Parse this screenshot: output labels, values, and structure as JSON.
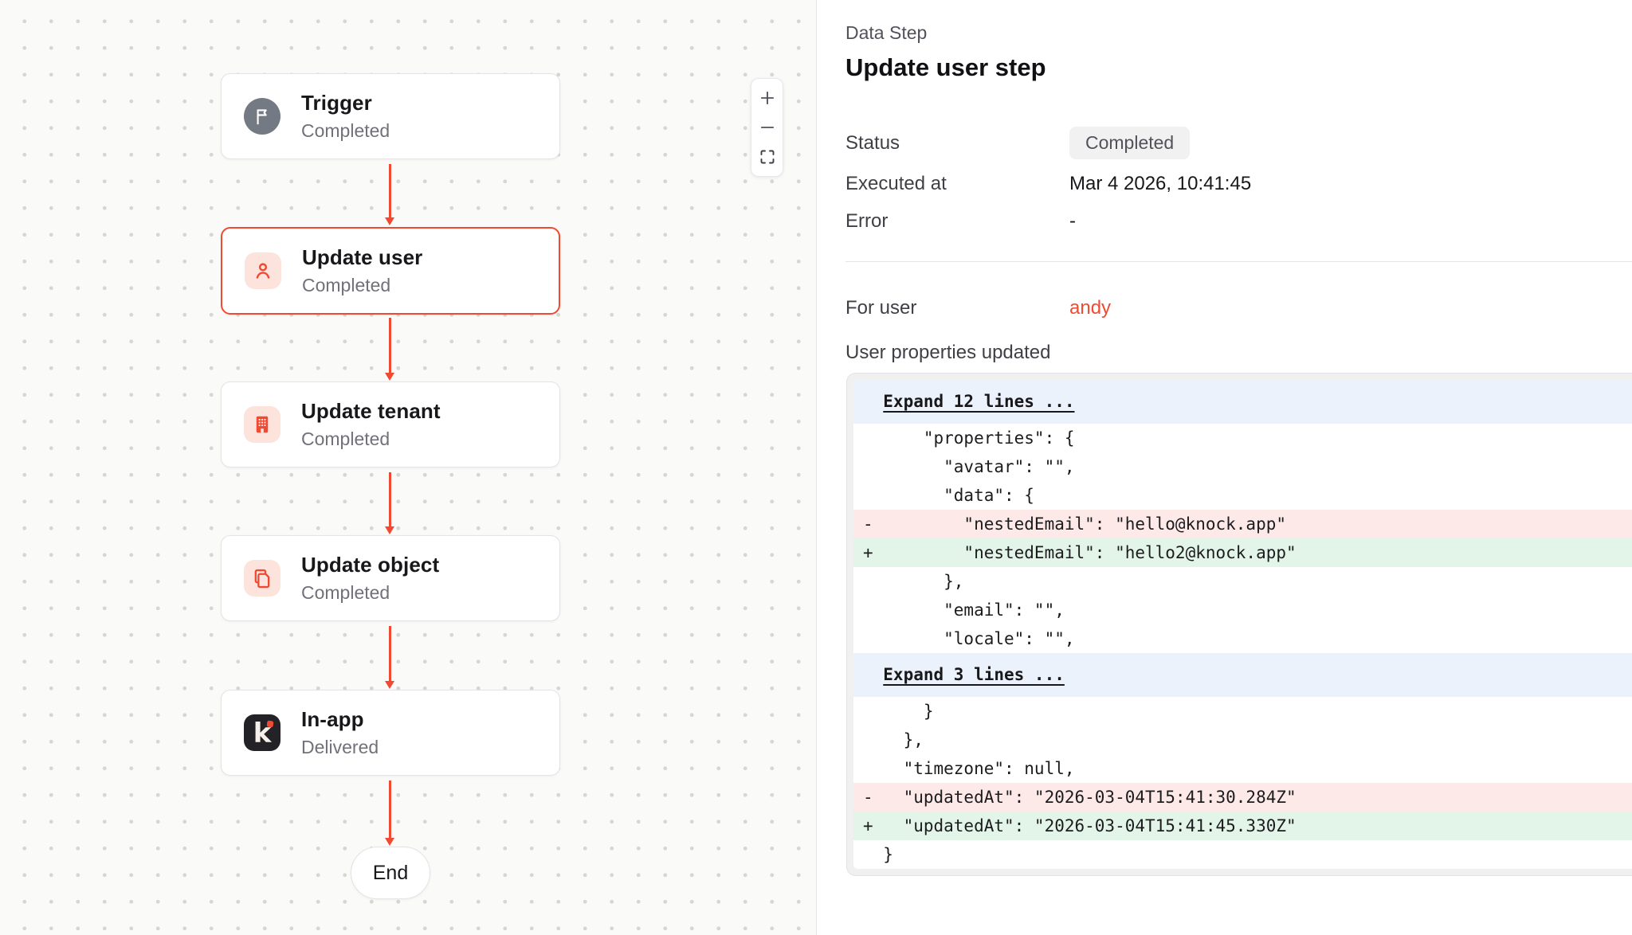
{
  "colors": {
    "accent": "#F14A33",
    "canvas_bg": "#FAFAF8",
    "icon_pink_bg": "#FCE4DD",
    "badge_bg": "#F1F1F2",
    "expand_row_bg": "#EBF2FB",
    "removed_row_bg": "#FCE9E8",
    "added_row_bg": "#E3F5E8",
    "knock_tile_bg": "#232327"
  },
  "canvas": {
    "nodes": [
      {
        "title": "Trigger",
        "subtitle": "Completed",
        "icon": "flag-icon"
      },
      {
        "title": "Update user",
        "subtitle": "Completed",
        "icon": "user-icon"
      },
      {
        "title": "Update tenant",
        "subtitle": "Completed",
        "icon": "building-icon"
      },
      {
        "title": "Update object",
        "subtitle": "Completed",
        "icon": "copy-icon"
      },
      {
        "title": "In-app",
        "subtitle": "Delivered",
        "icon": "knock-icon",
        "icon_letter": "k"
      }
    ],
    "end_label": "End",
    "zoom_toolbar": {
      "zoom_in": "+",
      "zoom_out": "−",
      "fit_view": "fit-view"
    }
  },
  "panel": {
    "eyebrow": "Data Step",
    "title": "Update user step",
    "fields": [
      {
        "label": "Status",
        "value": "Completed"
      },
      {
        "label": "Executed at",
        "value": "Mar 4 2026, 10:41:45"
      },
      {
        "label": "Error",
        "value": "-"
      }
    ],
    "for_user": {
      "label": "For user",
      "value": "andy"
    },
    "section_title": "User properties updated",
    "diff_rows": [
      {
        "kind": "expand",
        "text": "Expand 12 lines ..."
      },
      {
        "kind": "context",
        "text": "      \"properties\": {"
      },
      {
        "kind": "context",
        "text": "        \"avatar\": \"\","
      },
      {
        "kind": "context",
        "text": "        \"data\": {"
      },
      {
        "kind": "removed",
        "text": "-         \"nestedEmail\": \"hello@knock.app\""
      },
      {
        "kind": "added",
        "text": "+         \"nestedEmail\": \"hello2@knock.app\""
      },
      {
        "kind": "context",
        "text": "        },"
      },
      {
        "kind": "context",
        "text": "        \"email\": \"\","
      },
      {
        "kind": "context",
        "text": "        \"locale\": \"\","
      },
      {
        "kind": "expand",
        "text": "Expand 3 lines ..."
      },
      {
        "kind": "context",
        "text": "      }"
      },
      {
        "kind": "context",
        "text": "    },"
      },
      {
        "kind": "context",
        "text": "    \"timezone\": null,"
      },
      {
        "kind": "removed",
        "text": "-   \"updatedAt\": \"2026-03-04T15:41:30.284Z\""
      },
      {
        "kind": "added",
        "text": "+   \"updatedAt\": \"2026-03-04T15:41:45.330Z\""
      },
      {
        "kind": "context",
        "text": "  }"
      }
    ]
  }
}
